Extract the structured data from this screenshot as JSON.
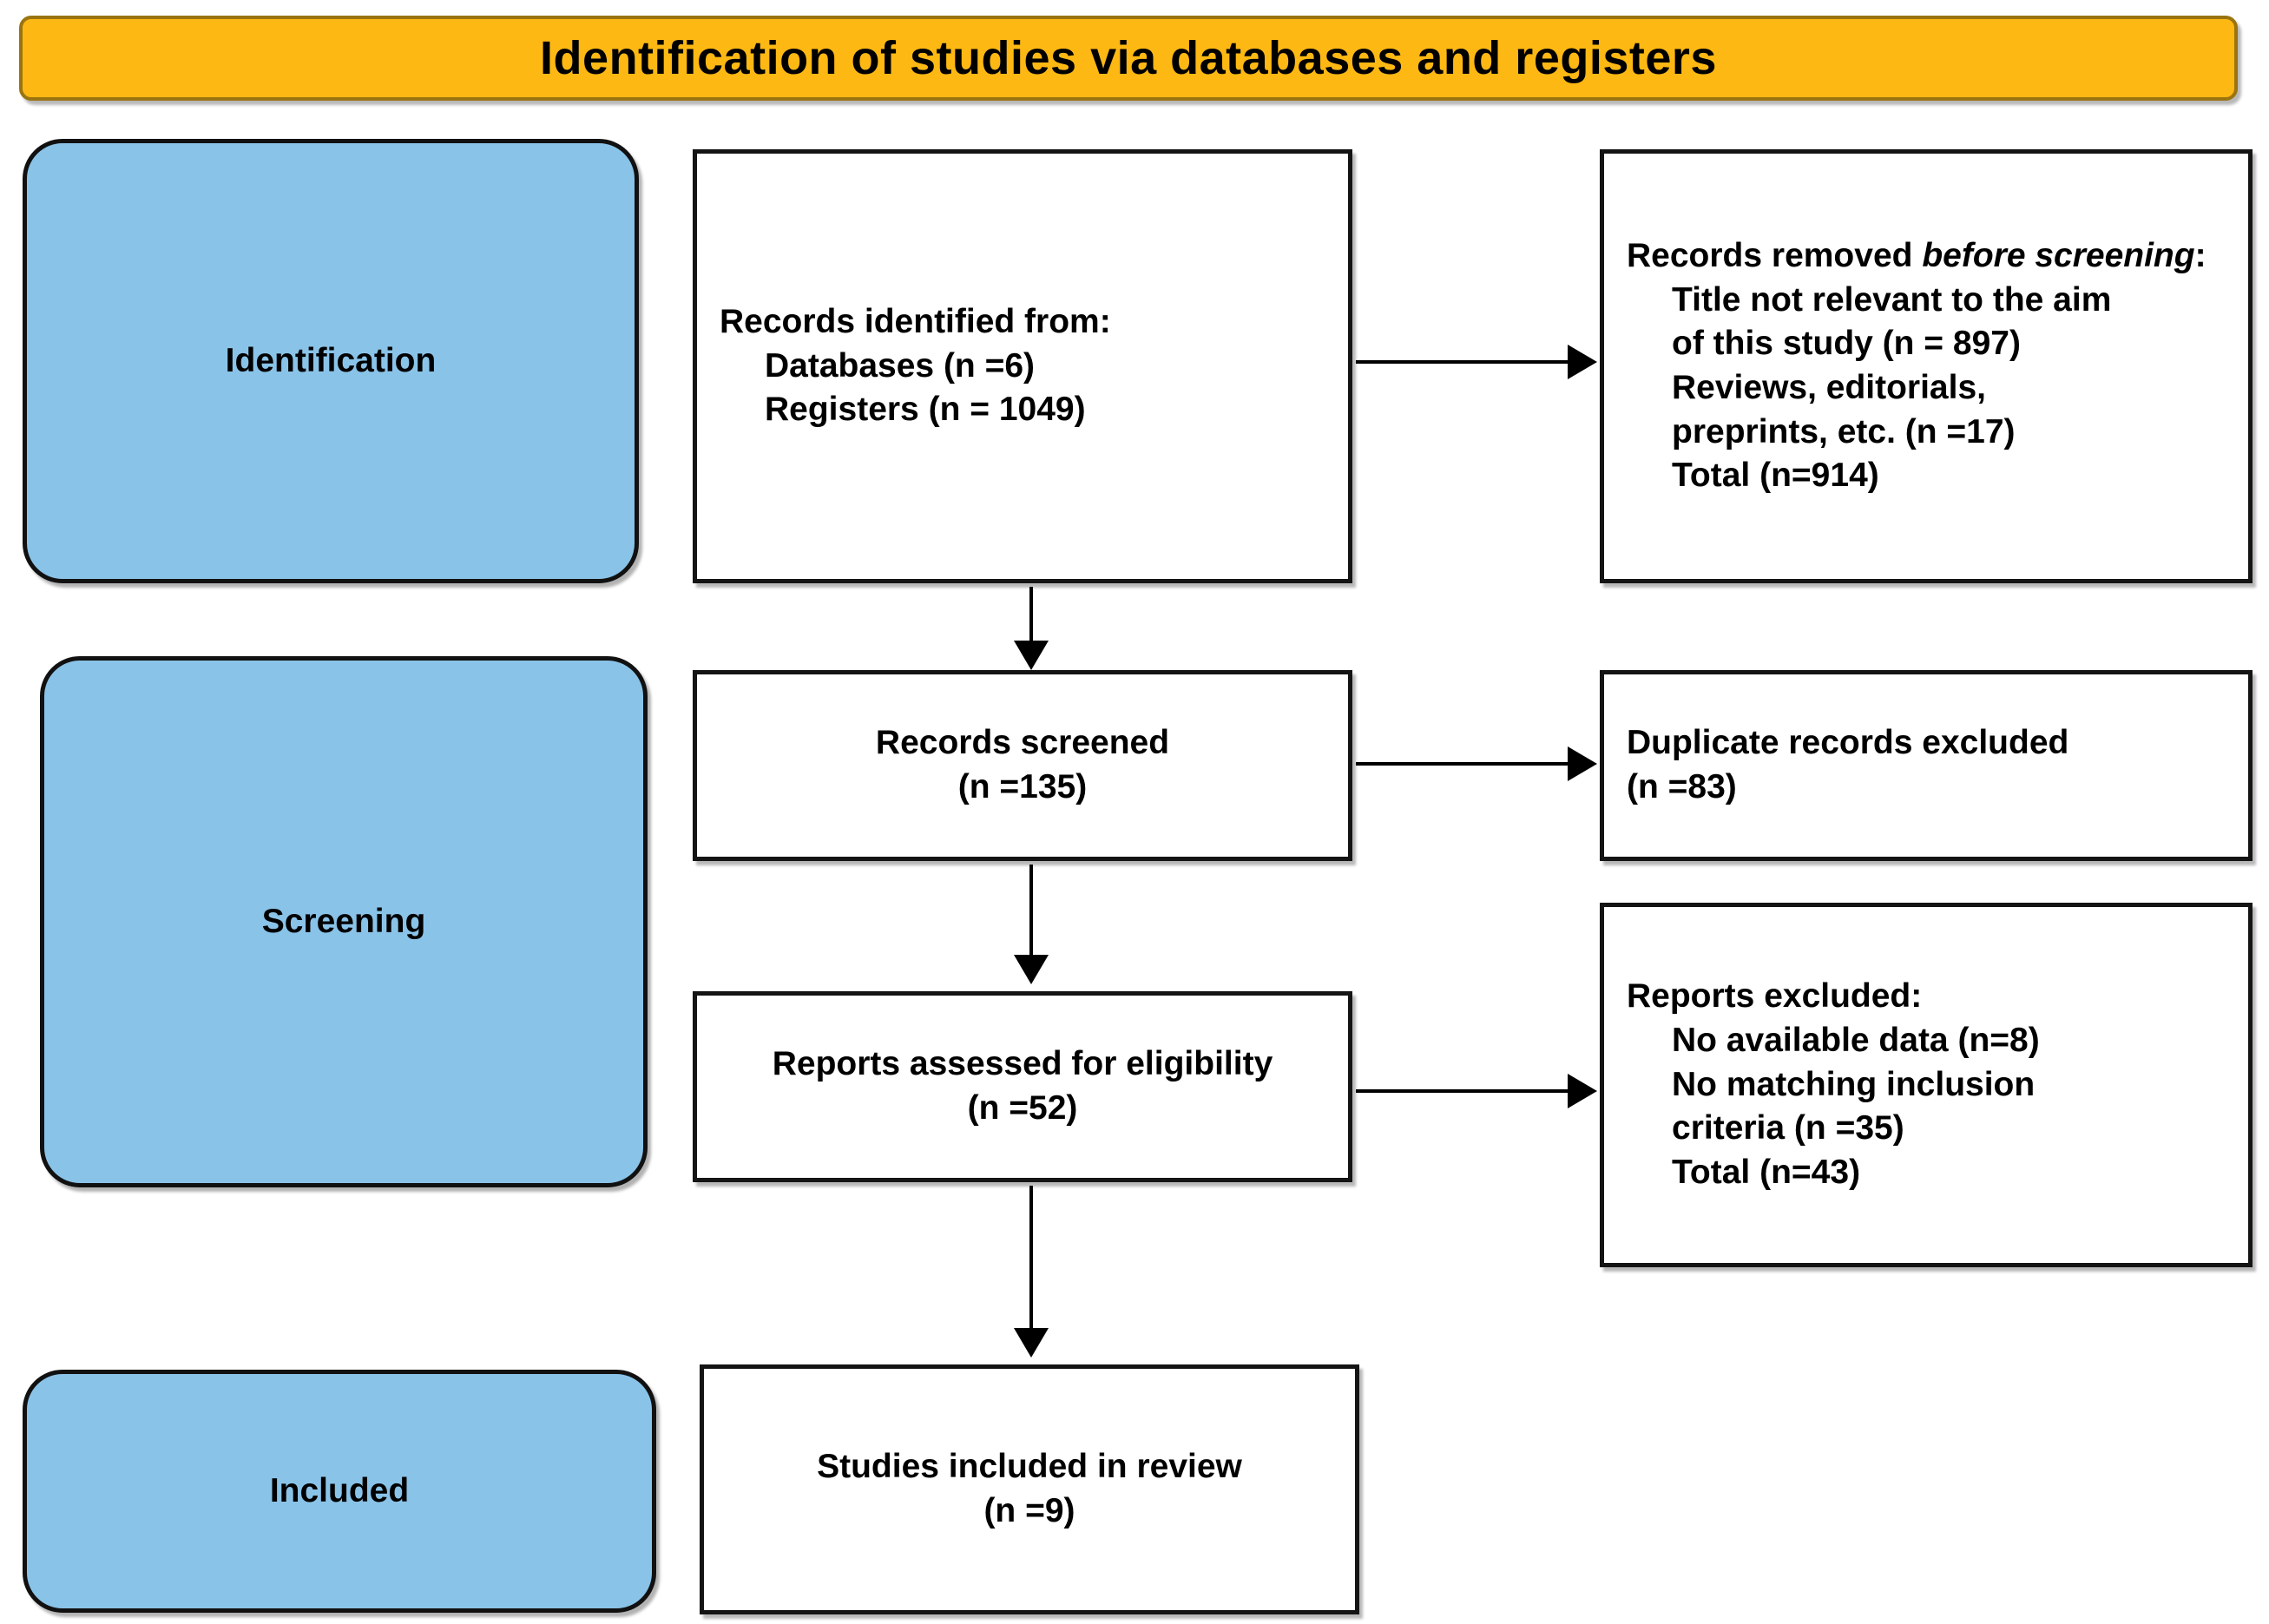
{
  "banner": {
    "title": "Identification of studies via databases and registers"
  },
  "colors": {
    "banner_fill": "#FDB813",
    "banner_border": "#9A7410",
    "stage_fill": "#8AC3E8",
    "box_border": "#141414",
    "box_fill": "#FFFFFF",
    "connector": "#000000",
    "text": "#000000"
  },
  "stages": [
    {
      "label": "Identification"
    },
    {
      "label": "Screening"
    },
    {
      "label": "Included"
    }
  ],
  "boxes": {
    "records_identified": {
      "lines": [
        {
          "text": "Records identified from:",
          "indent": false
        },
        {
          "text": "Databases (n =6)",
          "indent": true
        },
        {
          "text": "Registers (n = 1049)",
          "indent": true
        }
      ]
    },
    "records_removed": {
      "heading_prefix": "Records removed ",
      "heading_italic": "before screening",
      "heading_suffix": ":",
      "lines": [
        {
          "text": "Title not relevant to the aim",
          "indent": true
        },
        {
          "text": "of this study (n = 897)",
          "indent": true
        },
        {
          "text": "Reviews, editorials,",
          "indent": true
        },
        {
          "text": "preprints, etc. (n =17)",
          "indent": true
        },
        {
          "text": "Total (n=914)",
          "indent": true
        }
      ]
    },
    "records_screened": {
      "lines": [
        {
          "text": "Records screened",
          "indent": false
        },
        {
          "text": "(n =135)",
          "indent": false
        }
      ]
    },
    "duplicates_excluded": {
      "lines": [
        {
          "text": "Duplicate records excluded",
          "indent": false
        },
        {
          "text": "(n =83)",
          "indent": false
        }
      ]
    },
    "reports_assessed": {
      "lines": [
        {
          "text": "Reports assessed for eligibility",
          "indent": false
        },
        {
          "text": "(n =52)",
          "indent": false
        }
      ]
    },
    "reports_excluded": {
      "lines": [
        {
          "text": "Reports excluded:",
          "indent": false
        },
        {
          "text": "No available data (n=8)",
          "indent": true
        },
        {
          "text": "No matching inclusion",
          "indent": true
        },
        {
          "text": "criteria (n =35)",
          "indent": true
        },
        {
          "text": "Total (n=43)",
          "indent": true
        }
      ]
    },
    "studies_included": {
      "lines": [
        {
          "text": "Studies included in review",
          "indent": false
        },
        {
          "text": "(n =9)",
          "indent": false
        }
      ]
    }
  },
  "flow": {
    "type": "prisma-flow-diagram",
    "nodes": [
      {
        "id": "records_identified",
        "stage": "Identification",
        "n_databases": 6,
        "n_registers": 1049
      },
      {
        "id": "records_removed",
        "stage": "Identification",
        "n_title_not_relevant": 897,
        "n_reviews_editorials_preprints": 17,
        "n_total": 914
      },
      {
        "id": "records_screened",
        "stage": "Screening",
        "n": 135
      },
      {
        "id": "duplicates_excluded",
        "stage": "Screening",
        "n": 83
      },
      {
        "id": "reports_assessed",
        "stage": "Screening",
        "n": 52
      },
      {
        "id": "reports_excluded",
        "stage": "Screening",
        "n_no_available_data": 8,
        "n_no_matching_inclusion_criteria": 35,
        "n_total": 43
      },
      {
        "id": "studies_included",
        "stage": "Included",
        "n": 9
      }
    ],
    "edges": [
      {
        "from": "records_identified",
        "to": "records_removed",
        "direction": "right"
      },
      {
        "from": "records_identified",
        "to": "records_screened",
        "direction": "down"
      },
      {
        "from": "records_screened",
        "to": "duplicates_excluded",
        "direction": "right"
      },
      {
        "from": "records_screened",
        "to": "reports_assessed",
        "direction": "down"
      },
      {
        "from": "reports_assessed",
        "to": "reports_excluded",
        "direction": "right"
      },
      {
        "from": "reports_assessed",
        "to": "studies_included",
        "direction": "down"
      }
    ]
  }
}
